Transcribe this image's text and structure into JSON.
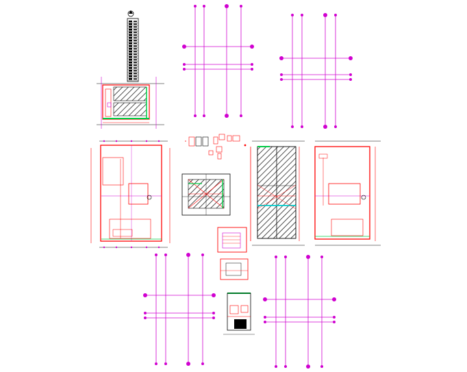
{
  "colors": {
    "background": "#ffffff",
    "grid": "#d000d0",
    "wall": "#ff0000",
    "dim": "#000000",
    "hatch": "#000000",
    "accent_green": "#00cc44",
    "accent_cyan": "#00cccc",
    "fill_black": "#000000"
  },
  "drawing": {
    "sheets": [
      "legend-table",
      "elevation-top-left",
      "grid-top-center",
      "grid-top-right",
      "plan-left",
      "detail-block-center",
      "plan-center-hatched",
      "plan-right",
      "stair-detail",
      "grid-bottom-left",
      "grid-bottom-right",
      "small-plan-bottom"
    ]
  }
}
